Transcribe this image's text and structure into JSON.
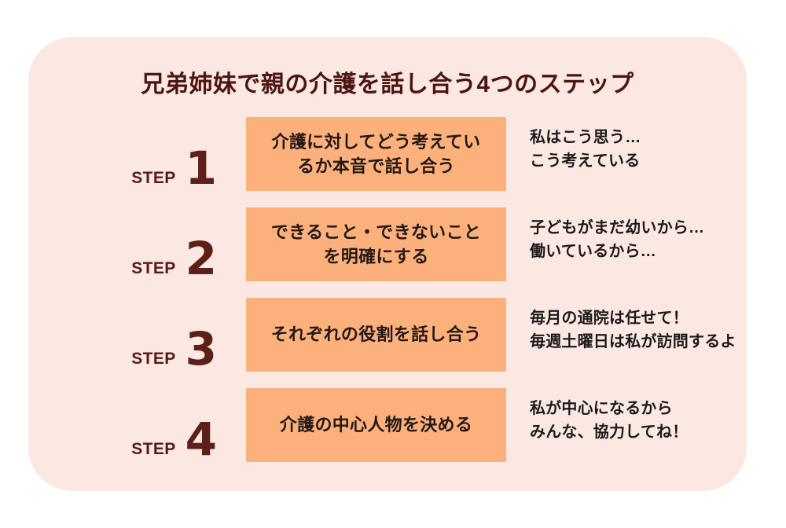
{
  "panel": {
    "background_color": "#fbe8e3",
    "box_color": "#fcb17c",
    "accent_color": "#5e1f1a"
  },
  "title": "兄弟姉妹で親の介護を話し合う4つのステップ",
  "step_label": "STEP",
  "steps": [
    {
      "number": "1",
      "heading_line1": "介護に対してどう考えてい",
      "heading_line2": "るか本音で話し合う",
      "note_line1": "私はこう思う…",
      "note_line2": "こう考えている"
    },
    {
      "number": "2",
      "heading_line1": "できること・できないこと",
      "heading_line2": "を明確にする",
      "note_line1": "子どもがまだ幼いから…",
      "note_line2": "働いているから…"
    },
    {
      "number": "3",
      "heading_line1": "それぞれの役割を話し合う",
      "heading_line2": "",
      "note_line1": "毎月の通院は任せて！",
      "note_line2": "毎週土曜日は私が訪問するよ"
    },
    {
      "number": "4",
      "heading_line1": "介護の中心人物を決める",
      "heading_line2": "",
      "note_line1": "私が中心になるから",
      "note_line2": "みんな、協力してね！"
    }
  ]
}
